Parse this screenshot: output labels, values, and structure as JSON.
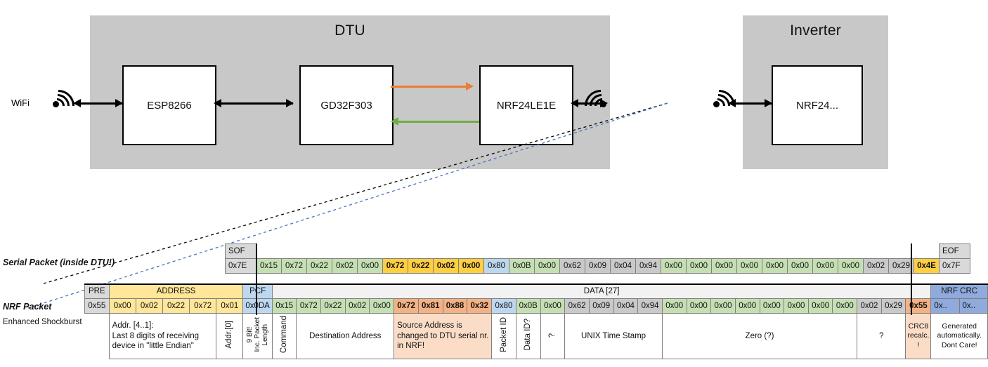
{
  "diagram": {
    "dtu": {
      "title": "DTU",
      "chips": [
        {
          "name": "ESP8266"
        },
        {
          "name": "GD32F303"
        },
        {
          "name": "NRF24LE1E"
        }
      ],
      "wifi_label": "WiFi",
      "arrow_colors": {
        "tx": "#ED7D31",
        "rx": "#70AD47",
        "plain": "#000000"
      }
    },
    "inverter": {
      "title": "Inverter",
      "chips": [
        {
          "name": "NRF24..."
        }
      ]
    },
    "callout_colors": {
      "serial": "#000000",
      "nrf": "#4472C4"
    }
  },
  "serial_packet": {
    "label": "Serial Packet (inside DTU!)",
    "sof_header": "SOF",
    "eof_header": "EOF",
    "sof_value": "0x7E",
    "eof_value": "0x7F",
    "bytes": [
      {
        "v": "0x15",
        "c": "c-green"
      },
      {
        "v": "0x72",
        "c": "c-green"
      },
      {
        "v": "0x22",
        "c": "c-green"
      },
      {
        "v": "0x02",
        "c": "c-green"
      },
      {
        "v": "0x00",
        "c": "c-green"
      },
      {
        "v": "0x72",
        "c": "c-gold"
      },
      {
        "v": "0x22",
        "c": "c-gold"
      },
      {
        "v": "0x02",
        "c": "c-gold"
      },
      {
        "v": "0x00",
        "c": "c-gold"
      },
      {
        "v": "0x80",
        "c": "c-blue"
      },
      {
        "v": "0x0B",
        "c": "c-green"
      },
      {
        "v": "0x00",
        "c": "c-green"
      },
      {
        "v": "0x62",
        "c": "c-grey2"
      },
      {
        "v": "0x09",
        "c": "c-grey2"
      },
      {
        "v": "0x04",
        "c": "c-grey2"
      },
      {
        "v": "0x94",
        "c": "c-grey2"
      },
      {
        "v": "0x00",
        "c": "c-green"
      },
      {
        "v": "0x00",
        "c": "c-green"
      },
      {
        "v": "0x00",
        "c": "c-green"
      },
      {
        "v": "0x00",
        "c": "c-green"
      },
      {
        "v": "0x00",
        "c": "c-green"
      },
      {
        "v": "0x00",
        "c": "c-green"
      },
      {
        "v": "0x00",
        "c": "c-green"
      },
      {
        "v": "0x00",
        "c": "c-green"
      },
      {
        "v": "0x02",
        "c": "c-grey2"
      },
      {
        "v": "0x29",
        "c": "c-grey2"
      },
      {
        "v": "0x4E",
        "c": "c-gold"
      }
    ]
  },
  "nrf_packet": {
    "label": "NRF Packet",
    "sublabel": "Enhanced Shockburst",
    "headers": {
      "pre": "PRE",
      "address": "ADDRESS",
      "pcf": "PCF",
      "data": "DATA [27]",
      "crc": "NRF CRC"
    },
    "pre_value": "0x55",
    "address_values": [
      "0x00",
      "0x02",
      "0x22",
      "0x72",
      "0x01"
    ],
    "pcf_value": "0x0DA",
    "crc_values": [
      "0x..",
      "0x.."
    ],
    "bytes": [
      {
        "v": "0x15",
        "c": "c-green"
      },
      {
        "v": "0x72",
        "c": "c-green"
      },
      {
        "v": "0x22",
        "c": "c-green"
      },
      {
        "v": "0x02",
        "c": "c-green"
      },
      {
        "v": "0x00",
        "c": "c-green"
      },
      {
        "v": "0x72",
        "c": "c-orange"
      },
      {
        "v": "0x81",
        "c": "c-orange"
      },
      {
        "v": "0x88",
        "c": "c-orange"
      },
      {
        "v": "0x32",
        "c": "c-orange"
      },
      {
        "v": "0x80",
        "c": "c-blue"
      },
      {
        "v": "0x0B",
        "c": "c-green"
      },
      {
        "v": "0x00",
        "c": "c-green"
      },
      {
        "v": "0x62",
        "c": "c-grey2"
      },
      {
        "v": "0x09",
        "c": "c-grey2"
      },
      {
        "v": "0x04",
        "c": "c-grey2"
      },
      {
        "v": "0x94",
        "c": "c-grey2"
      },
      {
        "v": "0x00",
        "c": "c-green"
      },
      {
        "v": "0x00",
        "c": "c-green"
      },
      {
        "v": "0x00",
        "c": "c-green"
      },
      {
        "v": "0x00",
        "c": "c-green"
      },
      {
        "v": "0x00",
        "c": "c-green"
      },
      {
        "v": "0x00",
        "c": "c-green"
      },
      {
        "v": "0x00",
        "c": "c-green"
      },
      {
        "v": "0x00",
        "c": "c-green"
      },
      {
        "v": "0x02",
        "c": "c-grey2"
      },
      {
        "v": "0x29",
        "c": "c-grey2"
      },
      {
        "v": "0x55",
        "c": "c-orange"
      }
    ],
    "descriptions": {
      "address": "Addr. [4..1]:\nLast 8 digits of receiving device in \"little Endian\"",
      "addr0": "Addr.[0]",
      "packet_length": "9 Bit!\nInc. Packet\nLength",
      "command": "Command",
      "destination": "Destination Address",
      "source": "Source Address is changed to DTU serial nr. in NRF!",
      "packet_id": "Packet ID",
      "data_id": "Data ID?",
      "unknown1": "?",
      "unix": "UNIX Time Stamp",
      "zero": "Zero (?)",
      "unknown2": "?",
      "crc8": "CRC8 recalc. !",
      "crc_note": "Generated automatically. Dont Care!"
    }
  },
  "colors": {
    "green": "#c5dfb3",
    "gold": "#ffcf40",
    "yellow": "#ffe699",
    "blue": "#bdd7ee",
    "blue_dark": "#8faadc",
    "orange": "#f4b183",
    "orange_light": "#fbddc7",
    "grey": "#d9d9d9",
    "grey_dark": "#c9c9c9",
    "enclosure": "#c8c8c8"
  }
}
